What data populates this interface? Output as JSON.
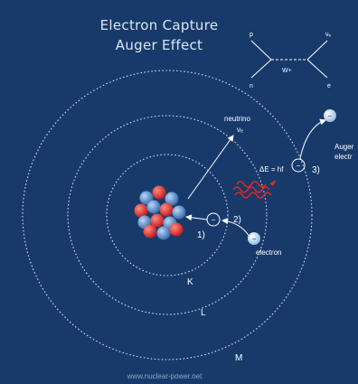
{
  "title": {
    "line1": "Electron Capture",
    "line2": "Auger Effect"
  },
  "feynman": {
    "p": "p",
    "n": "n",
    "ve": "νₑ",
    "e": "e",
    "w": "W+"
  },
  "labels": {
    "neutrino": "neutrino",
    "ve": "νₑ",
    "step1": "1)",
    "step2": "2)",
    "step3": "3)",
    "photon": "ΔE = hf",
    "electron": "electron",
    "auger_line1": "Auger",
    "auger_line2": "electr",
    "shell_k": "K",
    "shell_l": "L",
    "shell_m": "M",
    "footer": "www.nuclear-power.net"
  },
  "symbols": {
    "minus": "−"
  },
  "colors": {
    "background": "#183a6b",
    "orbit": "#dbe5f1",
    "proton": "#e0322f",
    "neutron": "#4f86c6",
    "photon": "#d92a22"
  }
}
